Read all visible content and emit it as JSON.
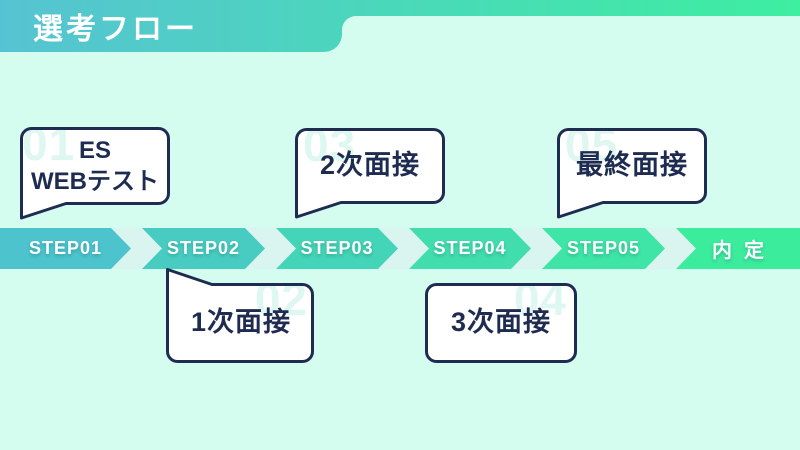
{
  "header": {
    "title": "選考フロー"
  },
  "flow_band": {
    "segments": [
      {
        "label": "STEP01",
        "color": "#4cc3cd"
      },
      {
        "label": "STEP02",
        "color": "#48ccc1"
      },
      {
        "label": "STEP03",
        "color": "#44d4b7"
      },
      {
        "label": "STEP04",
        "color": "#41ddad"
      },
      {
        "label": "STEP05",
        "color": "#3ee5a6"
      },
      {
        "label": "内定",
        "color": "#3bec9d"
      }
    ]
  },
  "bubbles": [
    {
      "number": "01",
      "lines": [
        "ES",
        "WEBテスト"
      ]
    },
    {
      "number": "02",
      "lines": [
        "1次面接"
      ]
    },
    {
      "number": "03",
      "lines": [
        "2次面接"
      ]
    },
    {
      "number": "04",
      "lines": [
        "3次面接"
      ]
    },
    {
      "number": "05",
      "lines": [
        "最終面接"
      ]
    }
  ],
  "colors": {
    "background": "#d4fdf0",
    "gradient_start": "#56c3d2",
    "gradient_end": "#3eeea1",
    "navy": "#1e2c51",
    "number_tint": "#def7f0",
    "band_gap": "#daf5f0"
  }
}
